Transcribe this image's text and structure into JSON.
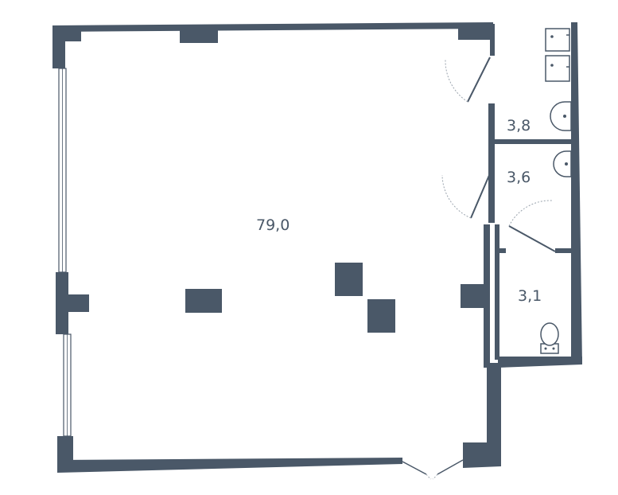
{
  "rooms": {
    "main": {
      "area": "79,0"
    },
    "bath_upper": {
      "area": "3,8"
    },
    "bath_middle": {
      "area": "3,6"
    },
    "wc": {
      "area": "3,1"
    }
  },
  "colors": {
    "wall": "#4a5868",
    "door_arc": "#9aa3ad",
    "background": "#ffffff"
  },
  "icons": [
    "sink-icon",
    "toilet-icon",
    "stove-icon"
  ]
}
